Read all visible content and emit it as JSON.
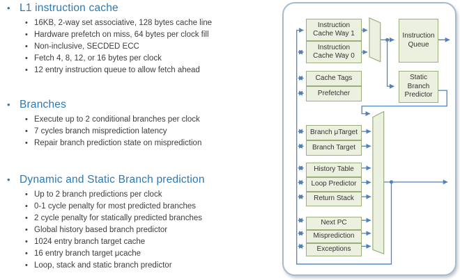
{
  "slide": {
    "sections": [
      {
        "title": "L1 instruction cache",
        "bullets": [
          "16KB, 2-way set associative, 128 bytes cache line",
          "Hardware prefetch on miss, 64 bytes per clock fill",
          "Non-inclusive, SECDED ECC",
          "Fetch 4, 8, 12, or 16 bytes per clock",
          "12 entry instruction queue to allow fetch ahead"
        ]
      },
      {
        "title": "Branches",
        "bullets": [
          "Execute up to 2 conditional branches per clock",
          "7 cycles branch misprediction latency",
          "Repair branch prediction state on misprediction"
        ]
      },
      {
        "title": "Dynamic and Static Branch prediction",
        "bullets": [
          "Up to 2 branch predictions per clock",
          "0-1 cycle penalty for most predicted branches",
          "2 cycle penalty for statically predicted branches",
          "Global history based branch predictor",
          "1024 entry branch target cache",
          "16 entry branch target μcache",
          "Loop, stack and static branch predictor"
        ]
      }
    ],
    "bullet_glyph": "•"
  },
  "diagram": {
    "boxes": {
      "way1": {
        "label": "Instruction Cache Way 1"
      },
      "way0": {
        "label": "Instruction Cache Way 0"
      },
      "tags": {
        "label": "Cache Tags"
      },
      "prefetch": {
        "label": "Prefetcher"
      },
      "iq": {
        "label": "Instruction Queue"
      },
      "sbp": {
        "label": "Static Branch Predictor"
      },
      "utarget": {
        "label": "Branch μTarget"
      },
      "btarget": {
        "label": "Branch Target"
      },
      "history": {
        "label": "History Table"
      },
      "loop": {
        "label": "Loop Predictor"
      },
      "rstack": {
        "label": "Return Stack"
      },
      "nextpc": {
        "label": "Next PC"
      },
      "mispred": {
        "label": "Misprediction"
      },
      "except": {
        "label": "Exceptions"
      }
    },
    "colors": {
      "heading_blue": "#2e79b2",
      "body_text": "#3d3d3d",
      "box_fill": "#ebf1de",
      "box_border": "#9bad7c",
      "line_blue": "#4f81bd",
      "frame_border": "#a5bace"
    }
  }
}
